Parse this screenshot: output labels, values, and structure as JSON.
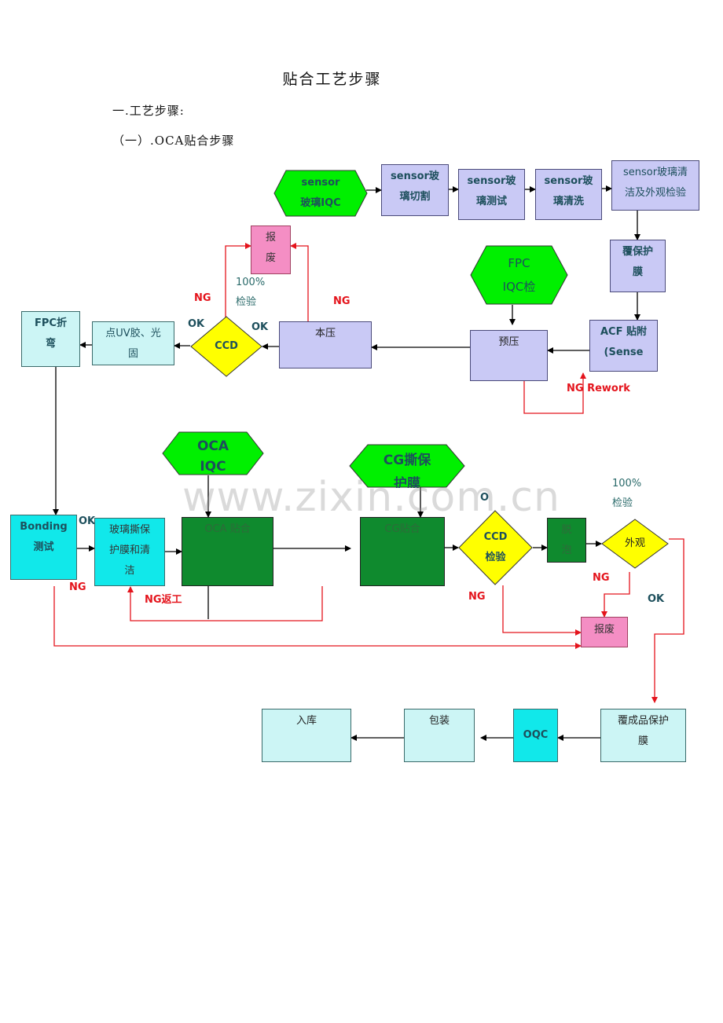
{
  "title": "贴合工艺步骤",
  "section": "一.工艺步骤:",
  "subsection": "（一）.OCA贴合步骤",
  "watermark": "www.zixin.com.cn",
  "nodes": {
    "sensor_iqc": [
      "sensor",
      "玻璃IQC"
    ],
    "sensor_cut": [
      "sensor玻",
      "璃切割"
    ],
    "sensor_test": [
      "sensor玻",
      "璃测试"
    ],
    "sensor_wash": [
      "sensor玻",
      "璃清洗"
    ],
    "sensor_clean": [
      "sensor玻璃清",
      "洁及外观检验"
    ],
    "cover_film": [
      "覆保护",
      "膜"
    ],
    "acf": [
      "ACF 贴附",
      "(Sense"
    ],
    "fpc_iqc": [
      "FPC",
      "IQC检"
    ],
    "pre_press": "预压",
    "main_press": "本压",
    "scrap_top": [
      "报",
      "废"
    ],
    "ccd_top": "CCD",
    "uv_glue": [
      "点UV胶、光",
      "固"
    ],
    "fpc_bend": [
      "FPC折",
      "弯"
    ],
    "bonding": [
      "Bonding",
      "测试"
    ],
    "glass_peel": [
      "玻璃撕保",
      "护膜和清",
      "洁"
    ],
    "oca_iqc": [
      "OCA",
      "IQC"
    ],
    "oca_bond": "OCA 贴合",
    "cg_peel": [
      "CG撕保",
      "护膜"
    ],
    "cg_bond": "CG贴合",
    "ccd_inspect": [
      "CCD",
      "检验"
    ],
    "defoam": [
      "脱",
      "泡"
    ],
    "appearance": "外观",
    "scrap_bottom": "报废",
    "final_film": [
      "覆成品保护",
      "膜"
    ],
    "oqc": "OQC",
    "packing": "包装",
    "warehouse": "入库"
  },
  "labels": {
    "ng": "NG",
    "ok": "OK",
    "ng_rework": "NG Rework",
    "ng_return": "NG返工",
    "inspect_100": [
      "100%",
      "检验"
    ],
    "o_cut": "O"
  },
  "colors": {
    "lavender": "#c9c9f5",
    "light_cyan": "#ccf5f5",
    "cyan": "#11e8ea",
    "dark_green": "#0f8a2e",
    "bright_green": "#00f000",
    "yellow": "#ffff00",
    "pink": "#f48ec4",
    "red": "#e4141c"
  }
}
